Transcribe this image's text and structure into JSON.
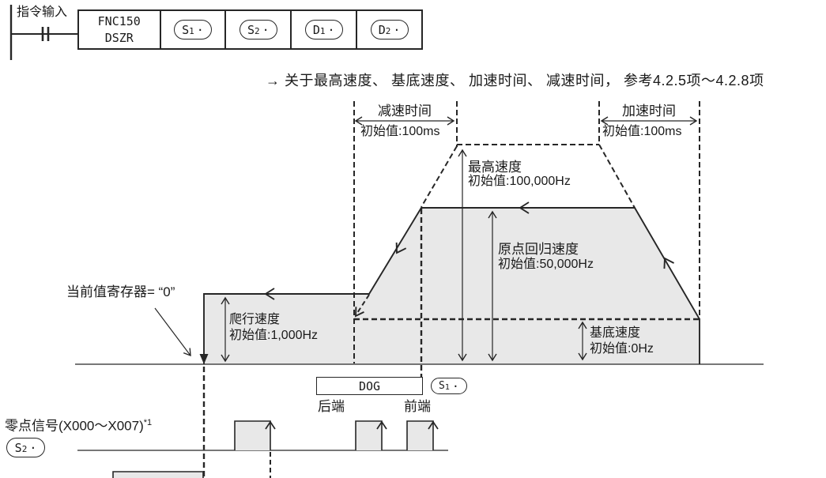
{
  "colors": {
    "line": "#262626",
    "fill": "#e8e8e8",
    "background": "#ffffff"
  },
  "ladder": {
    "input_label": "指令输入",
    "fnc_code": "FNC150",
    "fnc_name": "DSZR",
    "operands": [
      {
        "b": "S",
        "n": "1",
        "d": "·"
      },
      {
        "b": "S",
        "n": "2",
        "d": "·"
      },
      {
        "b": "D",
        "n": "1",
        "d": "·"
      },
      {
        "b": "D",
        "n": "2",
        "d": "·"
      }
    ]
  },
  "reference_note": "→ 关于最高速度、 基底速度、 加速时间、 减速时间， 参考4.2.5项～4.2.8项",
  "diagram": {
    "decel_time": {
      "title": "减速时间",
      "init": "初始值:100ms"
    },
    "accel_time": {
      "title": "加速时间",
      "init": "初始值:100ms"
    },
    "max_speed": {
      "title": "最高速度",
      "init": "初始值:100,000Hz"
    },
    "return_speed": {
      "title": "原点回归速度",
      "init": "初始值:50,000Hz"
    },
    "base_speed": {
      "title": "基底速度",
      "init": "初始值:0Hz"
    },
    "creep_speed": {
      "title": "爬行速度",
      "init": "初始值:1,000Hz"
    },
    "current_value_label": "当前值寄存器= “0”",
    "dog_label": "DOG",
    "dog_rear_label": "后端",
    "dog_front_label": "前端",
    "s1_pill": {
      "b": "S",
      "n": "1",
      "d": "·"
    },
    "zero_signal": {
      "label": "零点信号(X000～X007)",
      "sup": "*1",
      "s2_pill": {
        "b": "S",
        "n": "2",
        "d": "·"
      }
    }
  }
}
